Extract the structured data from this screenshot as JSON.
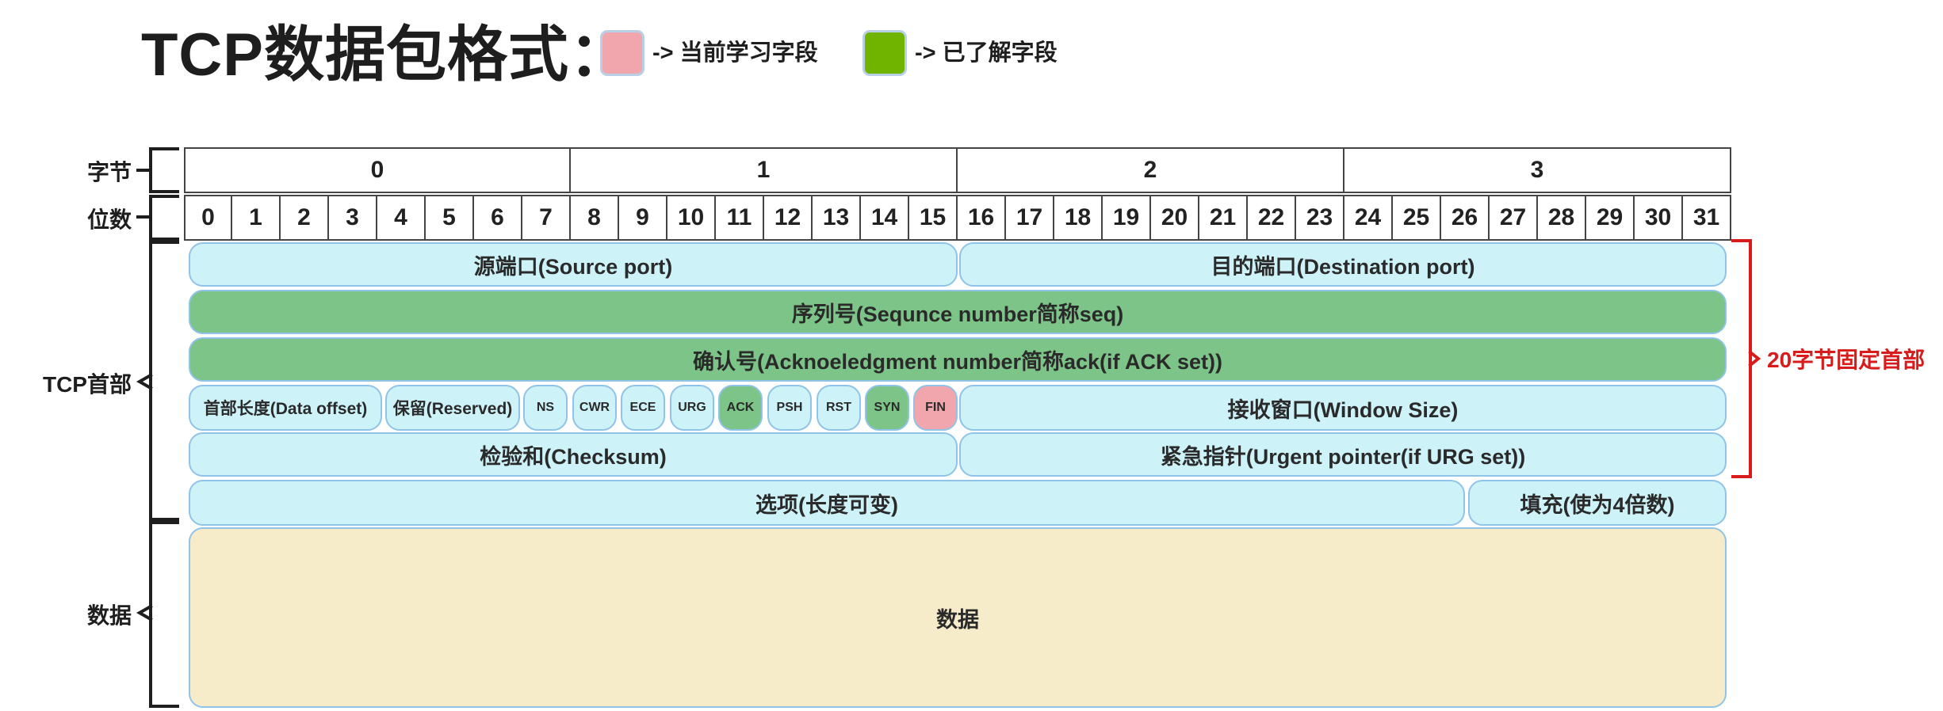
{
  "title": "TCP数据包格式：",
  "legend": {
    "current": "-> 当前学习字段",
    "known": "-> 已了解字段",
    "current_color": "#f1a6ad",
    "known_color": "#71b400"
  },
  "row_labels": {
    "byte": "字节",
    "bit": "位数",
    "header": "TCP首部",
    "data": "数据"
  },
  "bytes": [
    "0",
    "1",
    "2",
    "3"
  ],
  "bits": [
    "0",
    "1",
    "2",
    "3",
    "4",
    "5",
    "6",
    "7",
    "8",
    "9",
    "10",
    "11",
    "12",
    "13",
    "14",
    "15",
    "16",
    "17",
    "18",
    "19",
    "20",
    "21",
    "22",
    "23",
    "24",
    "25",
    "26",
    "27",
    "28",
    "29",
    "30",
    "31"
  ],
  "fields": {
    "source_port": "源端口(Source port)",
    "destination_port": "目的端口(Destination port)",
    "sequence_number": "序列号(Sequnce number简称seq)",
    "ack_number": "确认号(Acknoeledgment number简称ack(if ACK set))",
    "data_offset": "首部长度(Data offset)",
    "reserved": "保留(Reserved)",
    "flags": {
      "ns": "NS",
      "cwr": "CWR",
      "ece": "ECE",
      "urg": "URG",
      "ack": "ACK",
      "psh": "PSH",
      "rst": "RST",
      "syn": "SYN",
      "fin": "FIN"
    },
    "window_size": "接收窗口(Window Size)",
    "checksum": "检验和(Checksum)",
    "urgent_pointer": "紧急指针(Urgent pointer(if URG set))",
    "options": "选项(长度可变)",
    "padding": "填充(使为4倍数)",
    "data": "数据"
  },
  "fixed_header_label": "20字节固定首部",
  "colors": {
    "field_cyan": "#cdf3f8",
    "field_green": "#7cc487",
    "field_pink": "#f1a6ad",
    "data_cream": "#f7ecca",
    "bracket_red": "#d81b1b"
  }
}
